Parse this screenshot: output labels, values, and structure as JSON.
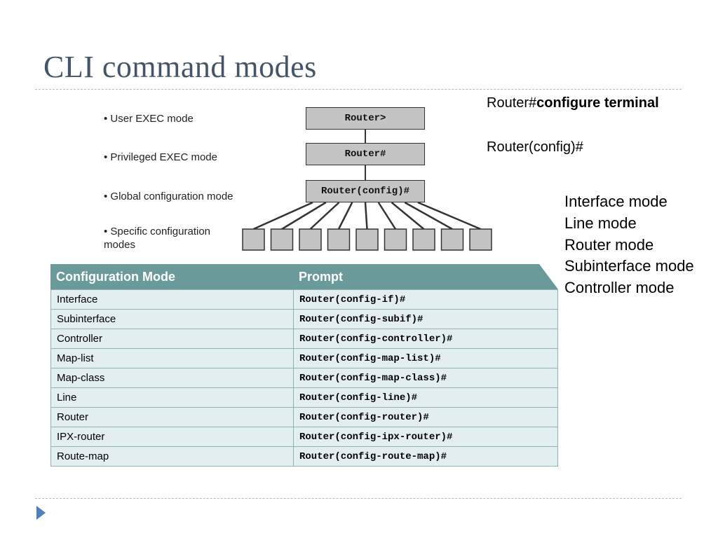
{
  "title": "CLI command modes",
  "diagram": {
    "labels": [
      "• User EXEC mode",
      "• Privileged EXEC mode",
      "• Global configuration mode",
      "• Specific configuration modes"
    ],
    "boxes": [
      "Router>",
      "Router#",
      "Router(config)#"
    ],
    "specific_mode_count": 9
  },
  "command": {
    "prefix": "Router#",
    "bold": "configure terminal",
    "result": "Router(config)#"
  },
  "modes_list": [
    "Interface mode",
    "Line mode",
    "Router mode",
    "Subinterface mode",
    "Controller mode"
  ],
  "table": {
    "headers": [
      "Configuration Mode",
      "Prompt"
    ],
    "rows": [
      [
        "Interface",
        "Router(config-if)#"
      ],
      [
        "Subinterface",
        "Router(config-subif)#"
      ],
      [
        "Controller",
        "Router(config-controller)#"
      ],
      [
        "Map-list",
        "Router(config-map-list)#"
      ],
      [
        "Map-class",
        "Router(config-map-class)#"
      ],
      [
        "Line",
        "Router(config-line)#"
      ],
      [
        "Router",
        "Router(config-router)#"
      ],
      [
        "IPX-router",
        "Router(config-ipx-router)#"
      ],
      [
        "Route-map",
        "Router(config-route-map)#"
      ]
    ]
  },
  "colors": {
    "title": "#44546a",
    "table_header": "#6a9a9a",
    "table_cell": "#e2eef0",
    "bullet": "#4f81bd"
  },
  "icons": {
    "footer": "triangle-bullet-icon"
  }
}
